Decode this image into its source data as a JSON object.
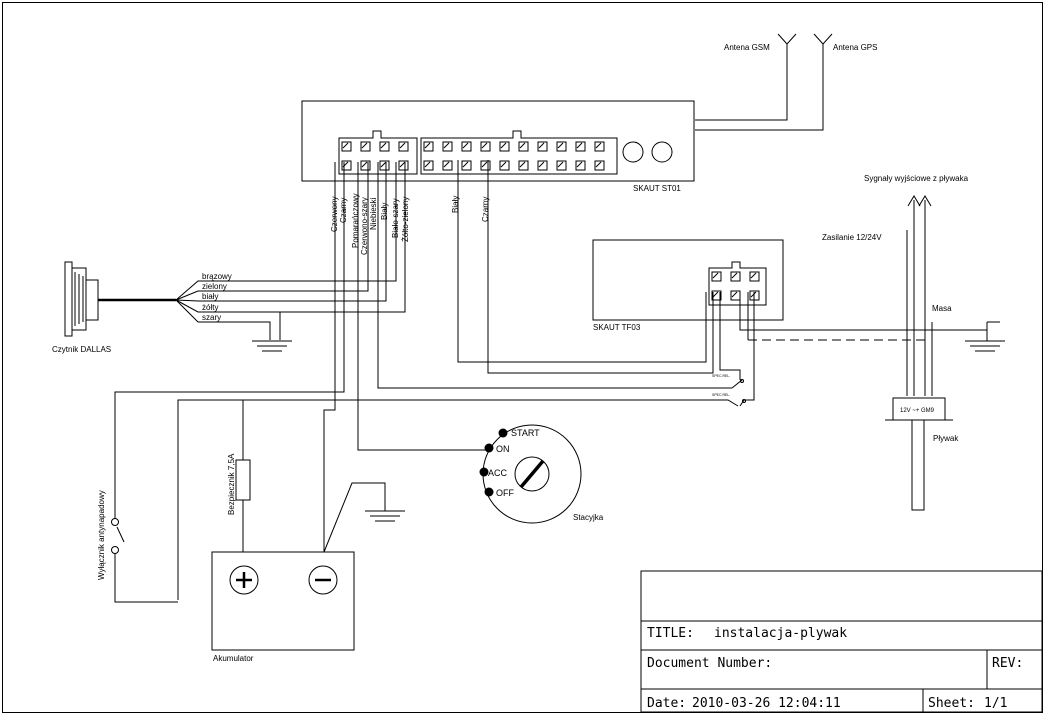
{
  "antennas": {
    "gsm": "Antena GSM",
    "gps": "Antena GPS"
  },
  "st01": {
    "name": "SKAUT ST01",
    "left_wires": [
      "Czerwony",
      "Czarny",
      "Pomarańczowy",
      "Czerwono-szary",
      "Niebieski",
      "Biały",
      "Biało-szary",
      "Żółto-zielony"
    ],
    "right_wires": [
      "Biały",
      "Czarny"
    ]
  },
  "dallas": {
    "name": "Czytnik DALLAS",
    "wires": [
      "brązowy",
      "zielony",
      "biały",
      "żółty",
      "szary"
    ]
  },
  "tf03": {
    "name": "SKAUT TF03"
  },
  "float_sensor": {
    "name": "Pływak",
    "label": "12V ~+ GM9",
    "signals": "Sygnały wyjściowe z pływaka",
    "supply": "Zasilanie 12/24V",
    "ground": "Masa"
  },
  "small_switch_labels": [
    "SPEC.REL.",
    "SPEC.REL."
  ],
  "fuse": "Bezpiecznik 7,5A",
  "battery": {
    "name": "Akumulator",
    "plus": "+",
    "minus": "−"
  },
  "antitheft_switch": "Wyłącznik antynapadowy",
  "ignition": {
    "name": "Stacyjka",
    "positions": [
      "START",
      "ON",
      "ACC",
      "OFF"
    ]
  },
  "title_block": {
    "title_label": "TITLE:",
    "title_value": "instalacja-plywak",
    "docnum_label": "Document Number:",
    "rev_label": "REV:",
    "date_label": "Date:",
    "date_value": "2010-03-26 12:04:11",
    "sheet_label": "Sheet:",
    "sheet_value": "1/1"
  }
}
